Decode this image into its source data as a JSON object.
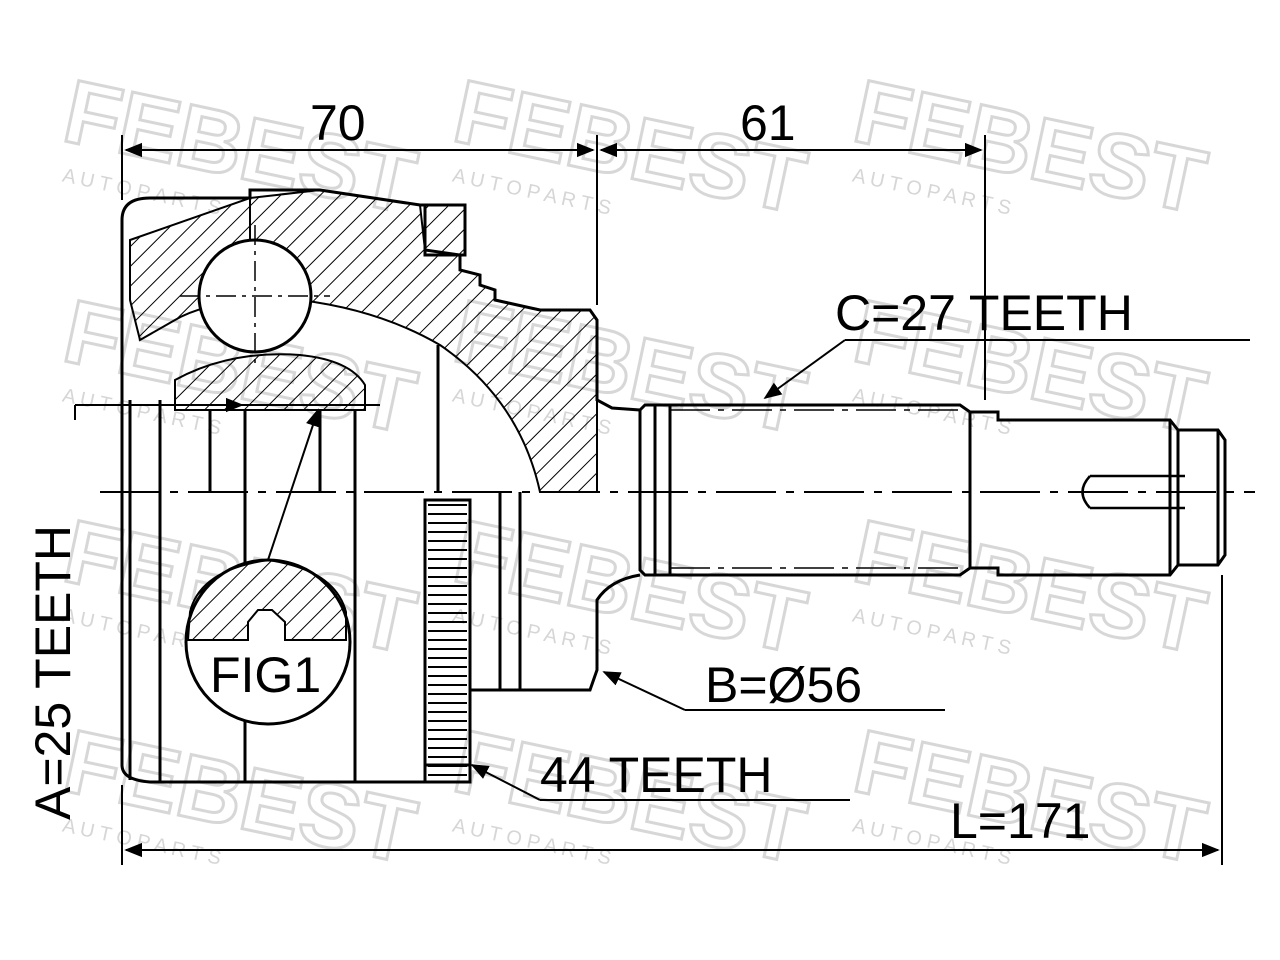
{
  "dimensions": {
    "top_left": "70",
    "top_right": "61",
    "spline_c": "C=27 TEETH",
    "spline_a": "A=25 TEETH",
    "diameter_b": "B=Ø56",
    "abs_ring": "44 TEETH",
    "length": "L=171",
    "fig_label": "FIG1"
  },
  "watermark": {
    "brand": "FEBEST",
    "sub": "A U T O   P A R T S"
  },
  "colors": {
    "line": "#000000",
    "watermark": "#d9d9d9",
    "background": "#ffffff"
  }
}
